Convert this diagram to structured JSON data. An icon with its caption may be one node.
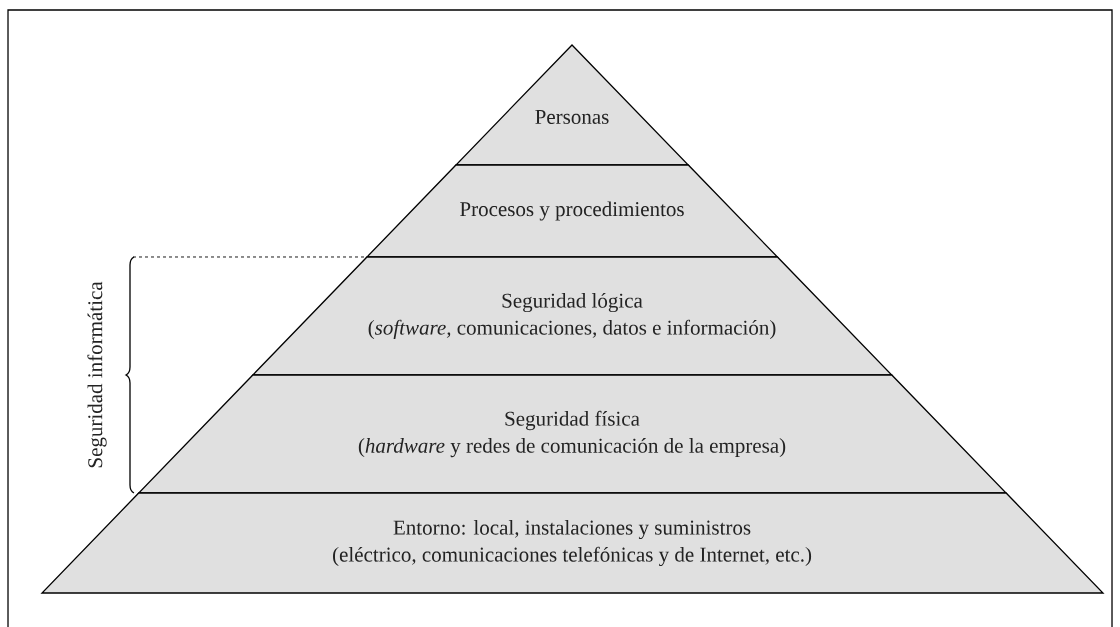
{
  "diagram": {
    "nodes": [
      {
        "text": [
          "Personas"
        ]
      },
      {
        "text": [
          "Procesos y procedimientos"
        ]
      },
      {
        "text": [
          "Seguridad lógica",
          "(*software,* comunicaciones, datos e información)"
        ]
      },
      {
        "text": [
          "Seguridad física",
          "(*hardware* y redes de comunicación de la empresa)"
        ]
      },
      {
        "text": [
          "Entorno: local, instalaciones y suministros",
          "(eléctrico, comunicaciones telefónicas y de Internet, etc.)"
        ]
      }
    ],
    "labels": [
      "Seguridad informática"
    ]
  }
}
